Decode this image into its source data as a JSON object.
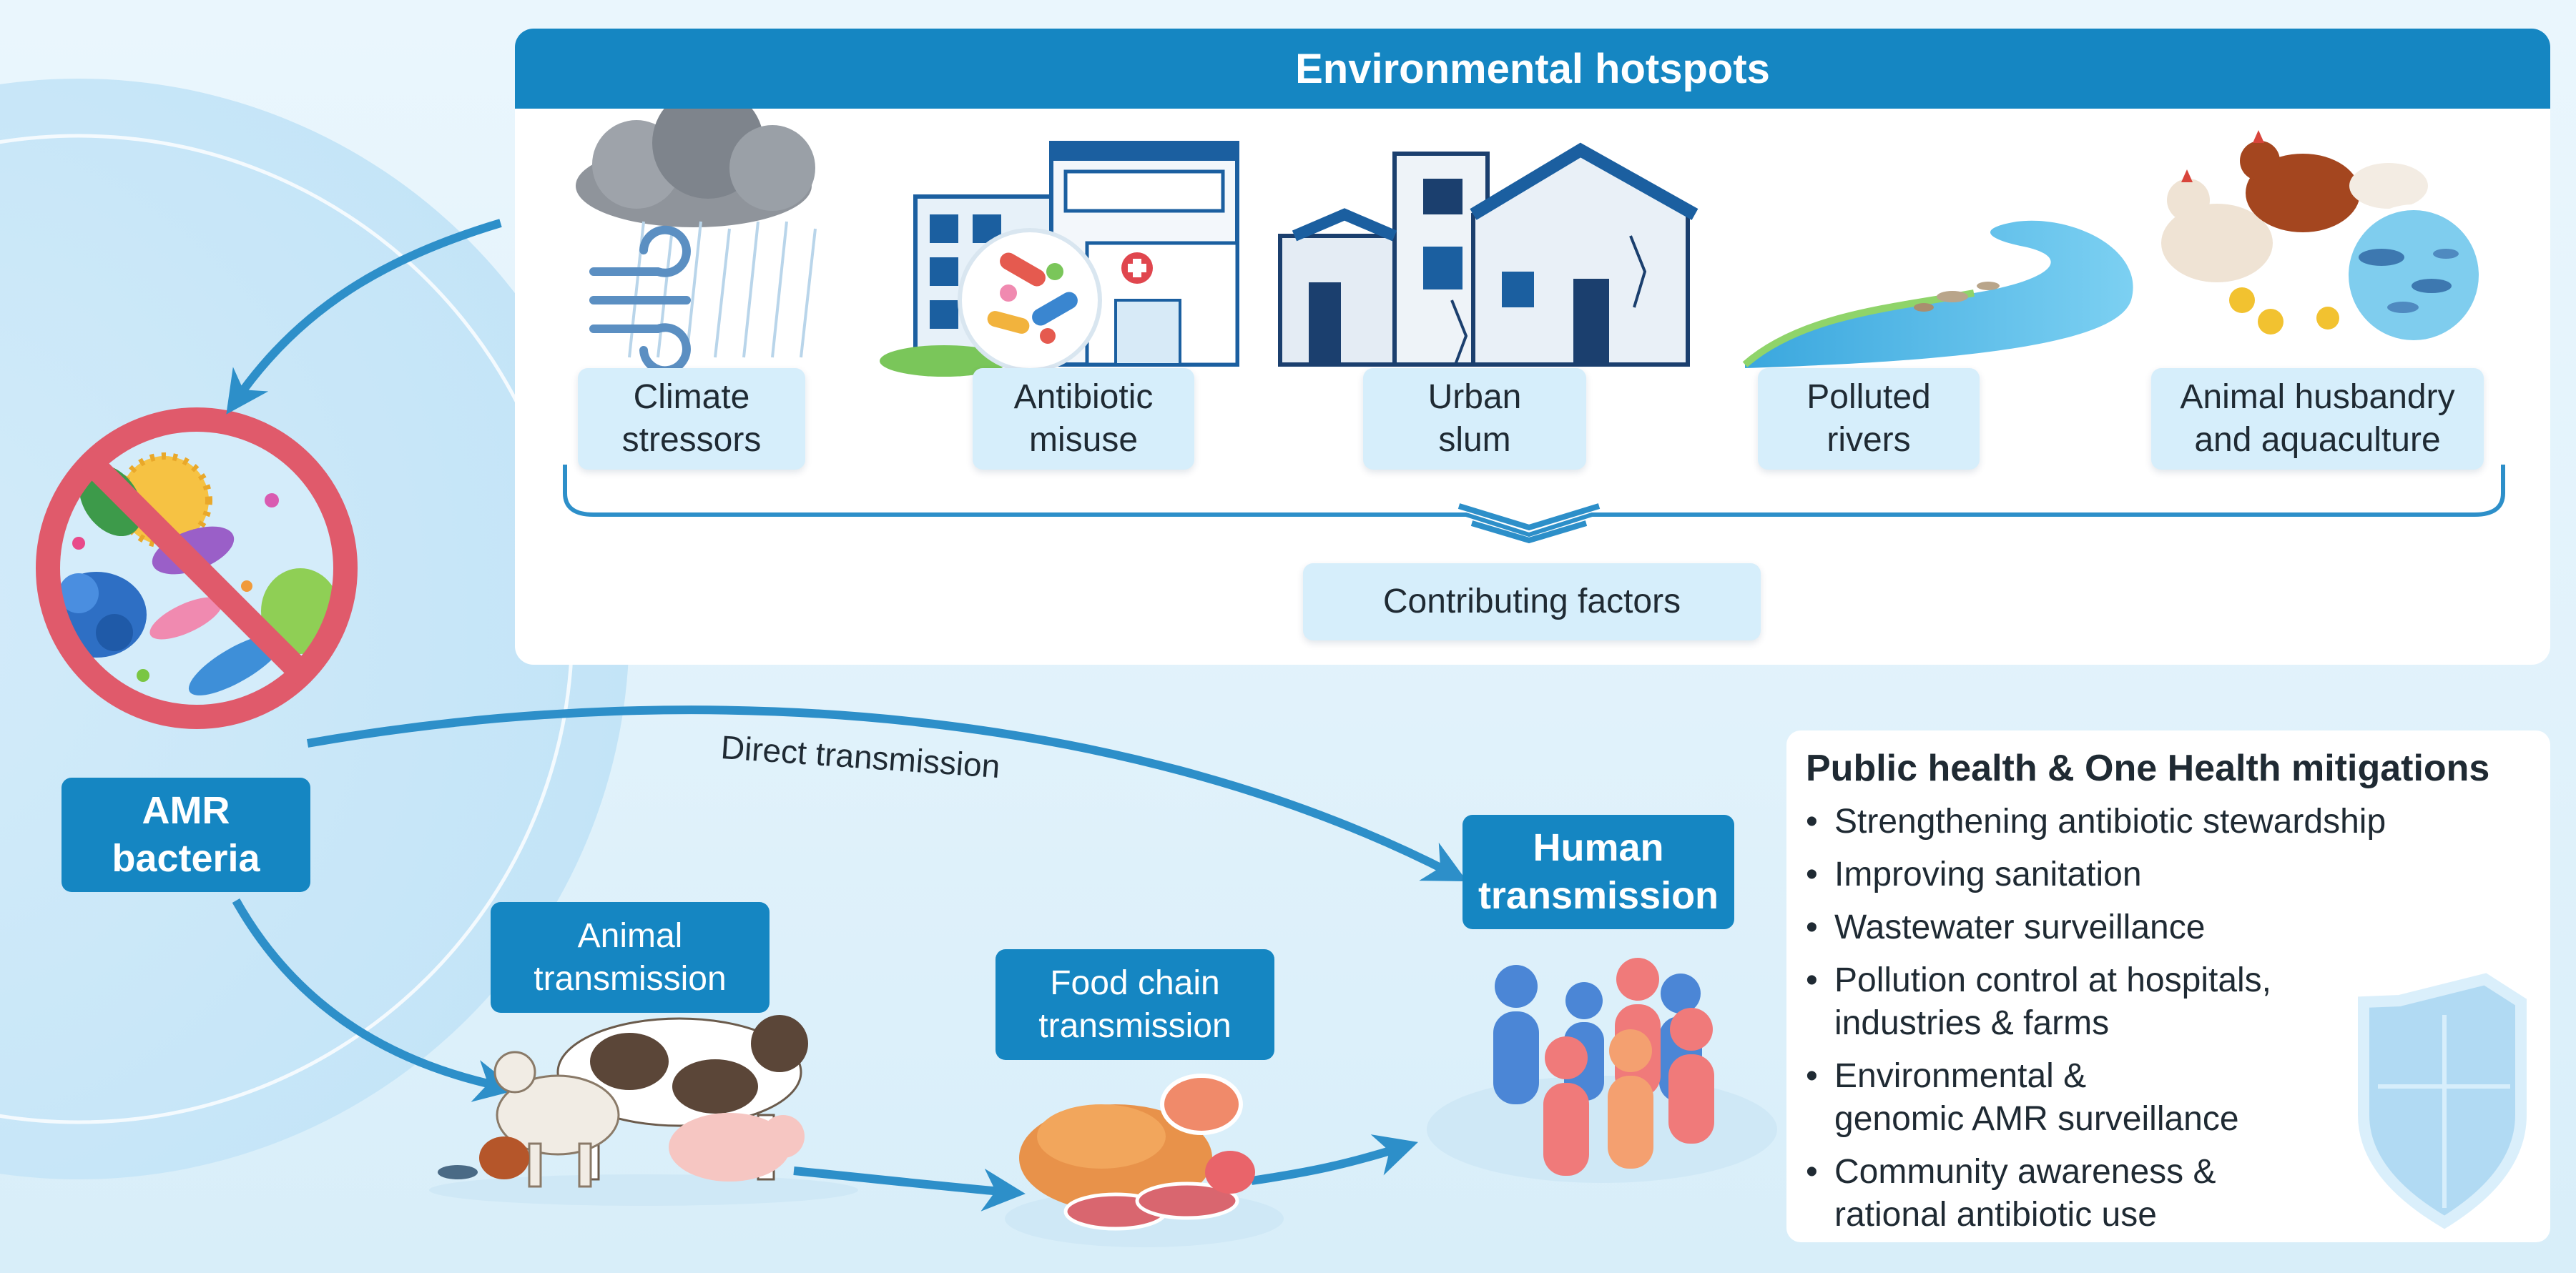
{
  "hotspots": {
    "title": "Environmental hotspots",
    "items": [
      {
        "icon": "climate-storm-icon",
        "label": "Climate\nstressors"
      },
      {
        "icon": "hospital-pills-icon",
        "label": "Antibiotic\nmisuse"
      },
      {
        "icon": "slum-buildings-icon",
        "label": "Urban\nslum"
      },
      {
        "icon": "river-icon",
        "label": "Polluted\nrivers"
      },
      {
        "icon": "livestock-fish-icon",
        "label": "Animal husbandry\nand aquaculture"
      }
    ],
    "contributing_label": "Contributing factors"
  },
  "amr": {
    "label": "AMR\nbacteria",
    "icon": "bacteria-prohibited-icon"
  },
  "flows": {
    "direct_label": "Direct transmission",
    "animal_label": "Animal\ntransmission",
    "food_label": "Food chain\ntransmission",
    "human_label": "Human\ntransmission"
  },
  "mitigations": {
    "title": "Public health & One Health mitigations",
    "items": [
      "Strengthening antibiotic stewardship",
      "Improving sanitation",
      "Wastewater surveillance",
      "Pollution control at hospitals,\nindustries & farms",
      "Environmental &\ngenomic AMR surveillance",
      "Community awareness &\nrational antibiotic use"
    ],
    "icon": "shield-icon"
  },
  "colors": {
    "accent": "#1586c2",
    "label_fill": "#d6eefb",
    "background": "#e3f3fc",
    "prohibit": "#e05a6b"
  }
}
